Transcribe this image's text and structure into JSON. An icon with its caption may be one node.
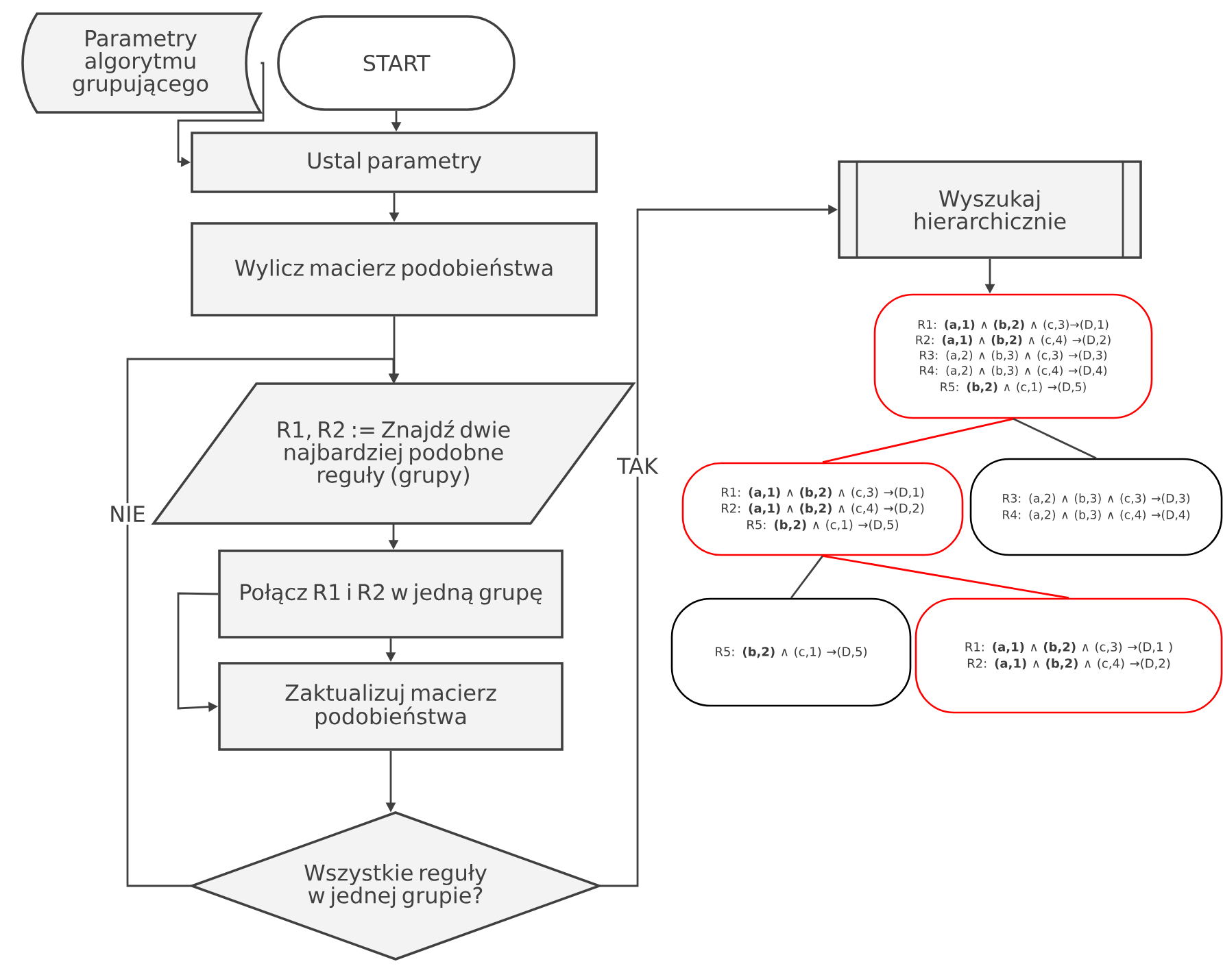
{
  "diagram": {
    "nodes": [
      {
        "text": [
          "Parametry algorytmu grupującego"
        ]
      },
      {
        "text": [
          "START"
        ]
      },
      {
        "text": [
          "Ustal parametry"
        ]
      },
      {
        "text": [
          "Wylicz macierz podobieństwa"
        ]
      },
      {
        "text": [
          "R1, R2 := Znajdź dwie najbardziej podobne reguły (grupy)"
        ]
      },
      {
        "text": [
          "Połącz R1 i R2 w jedną grupę"
        ]
      },
      {
        "text": [
          "Zaktualizuj macierz podobieństwa"
        ]
      },
      {
        "text": [
          "Wszystkie reguły w jednej grupie?"
        ]
      },
      {
        "text": [
          "Wyszukaj hierarchicznie"
        ]
      },
      {
        "text": [
          "R1: **(a,1)** ∧ **(b,2)** ∧ (c,3)→(D,1)",
          "R2: **(a,1)** ∧ **(b,2)** ∧ (c,4) →(D,2)",
          "R3: (a,2) ∧ (b,3) ∧ (c,3) →(D,3)",
          "R4: (a,2) ∧ (b,3) ∧ (c,4) →(D,4)",
          "R5: **(b,2)** ∧ (c,1) →(D,5)"
        ]
      },
      {
        "text": [
          "R1: **(a,1)** ∧ **(b,2)** ∧ (c,3) →(D,1)",
          "R2: **(a,1)** ∧ **(b,2)** ∧ (c,4) →(D,2)",
          "R5: **(b,2)** ∧ (c,1) →(D,5)"
        ]
      },
      {
        "text": [
          "R3: (a,2) ∧ (b,3) ∧ (c,3) →(D,3)",
          "R4: (a,2) ∧ (b,3) ∧ (c,4) →(D,4)"
        ]
      },
      {
        "text": [
          "R5: **(b,2)** ∧ (c,1) →(D,5)"
        ]
      },
      {
        "text": [
          "R1: **(a,1)** ∧ **(b,2)** ∧ (c,3) →(D,1 )",
          "R2: **(a,1)** ∧ **(b,2)** ∧ (c,4) →(D,2)"
        ]
      }
    ],
    "edges": [
      {
        "from": 0,
        "to": 2,
        "arrow": "to"
      },
      {
        "from": 1,
        "to": 2,
        "arrow": "to"
      },
      {
        "from": 2,
        "to": 3,
        "arrow": "to"
      },
      {
        "from": 3,
        "to": 4,
        "arrow": "to"
      },
      {
        "from": 4,
        "to": 5,
        "arrow": "to"
      },
      {
        "from": 5,
        "to": 6,
        "arrow": "to"
      },
      {
        "from": 5,
        "to": 6,
        "arrow": "to"
      },
      {
        "from": 6,
        "to": 7,
        "arrow": "to"
      },
      {
        "from": 7,
        "to": 4,
        "arrow": "to",
        "label": "NIE"
      },
      {
        "from": 7,
        "to": 8,
        "arrow": "to",
        "label": "TAK"
      },
      {
        "from": 8,
        "to": 9,
        "arrow": "to"
      },
      {
        "from": 9,
        "to": 10,
        "arrow": "none",
        "color": "#ff0000"
      },
      {
        "from": 9,
        "to": 11,
        "arrow": "none"
      },
      {
        "from": 10,
        "to": 12,
        "arrow": "none"
      },
      {
        "from": 10,
        "to": 13,
        "arrow": "none",
        "color": "#ff0000"
      }
    ]
  }
}
